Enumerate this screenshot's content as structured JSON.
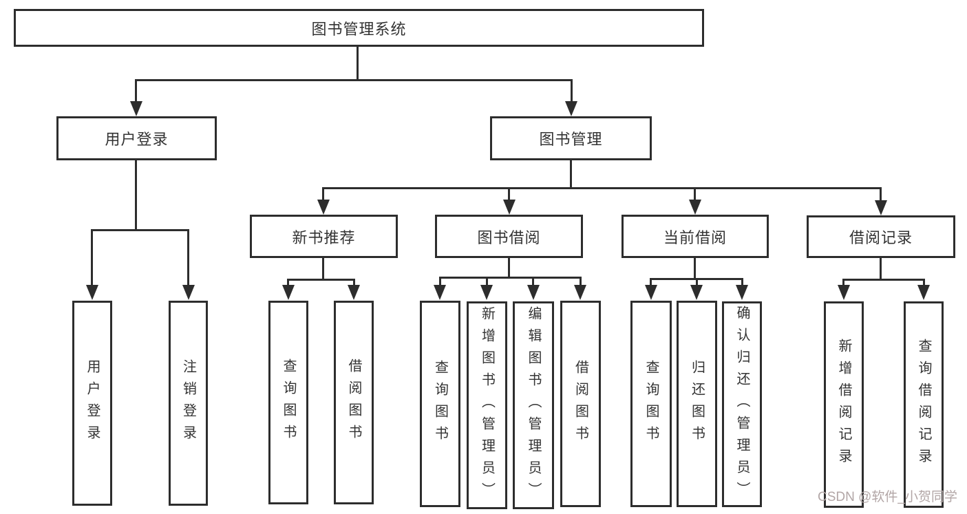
{
  "tree": {
    "root": {
      "label": "图书管理系统",
      "children": [
        {
          "label": "用户登录",
          "children": [
            {
              "label": "用户登录"
            },
            {
              "label": "注销登录"
            }
          ]
        },
        {
          "label": "图书管理",
          "children": [
            {
              "label": "新书推荐",
              "children": [
                {
                  "label": "查询图书"
                },
                {
                  "label": "借阅图书"
                }
              ]
            },
            {
              "label": "图书借阅",
              "children": [
                {
                  "label": "查询图书"
                },
                {
                  "label": "新增图书（管理员）"
                },
                {
                  "label": "编辑图书（管理员）"
                },
                {
                  "label": "借阅图书"
                }
              ]
            },
            {
              "label": "当前借阅",
              "children": [
                {
                  "label": "查询图书"
                },
                {
                  "label": "归还图书"
                },
                {
                  "label": "确认归还（管理员）"
                }
              ]
            },
            {
              "label": "借阅记录",
              "children": [
                {
                  "label": "新增借阅记录"
                },
                {
                  "label": "查询借阅记录"
                }
              ]
            }
          ]
        }
      ]
    }
  },
  "watermark": "CSDN @软件_小贺同学",
  "colors": {
    "line": "#2d2d2d",
    "text": "#333333",
    "wm": "#b2a6a6",
    "bg": "#ffffff"
  }
}
